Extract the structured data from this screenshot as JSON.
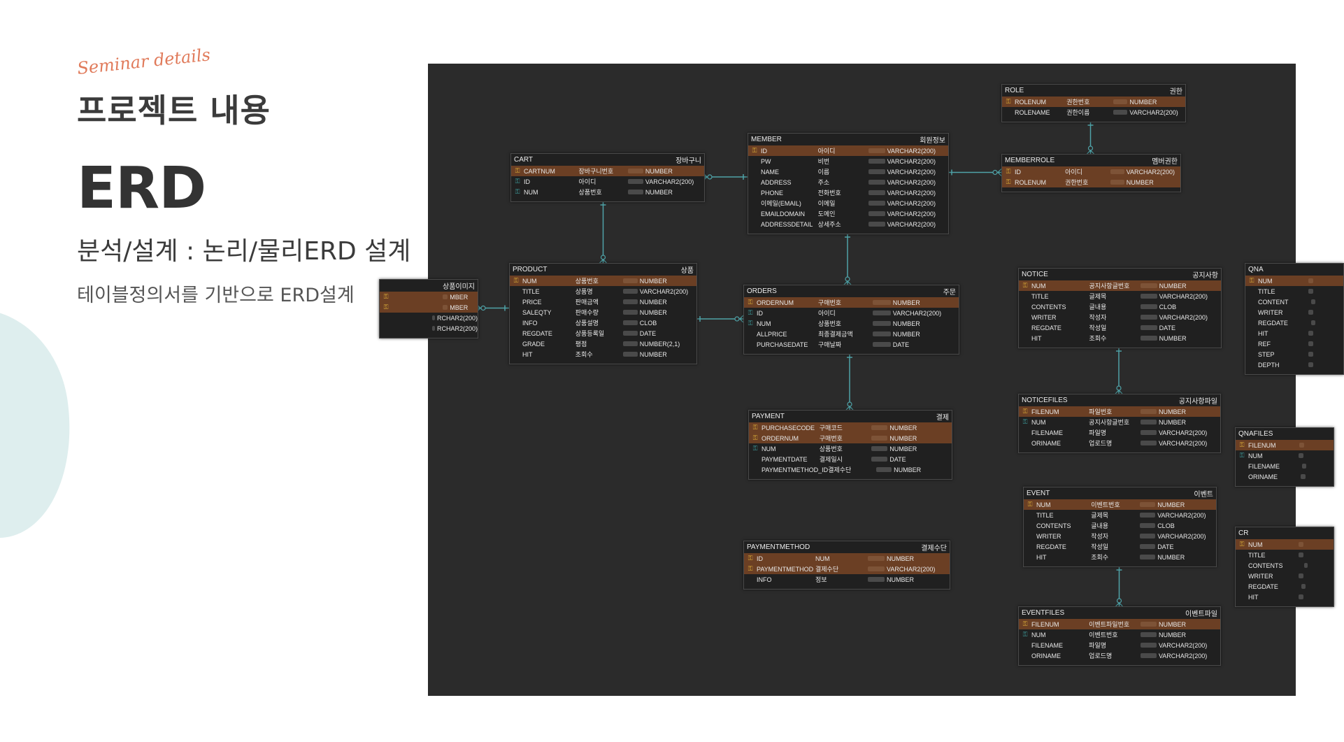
{
  "slide": {
    "script_title": "Seminar details",
    "title": "프로젝트 내용",
    "heading": "ERD",
    "subheading": "분석/설계 : 논리/물리ERD 설계",
    "description": "테이블정의서를 기반으로 ERD설계"
  },
  "colors": {
    "canvas": "#2b2b2b",
    "pk_row": "#6b3f24",
    "connector": "#4fa3a8",
    "accent": "#e07a5a"
  },
  "erd": {
    "tables": [
      {
        "id": "role",
        "name": "ROLE",
        "comment": "권한",
        "rows": [
          {
            "key": "pk",
            "col": "ROLENUM",
            "logical": "권한번호",
            "type": "NUMBER"
          },
          {
            "key": "",
            "col": "ROLENAME",
            "logical": "권한이름",
            "type": "VARCHAR2(200)"
          }
        ]
      },
      {
        "id": "member",
        "name": "MEMBER",
        "comment": "회원정보",
        "rows": [
          {
            "key": "pk",
            "col": "ID",
            "logical": "아이디",
            "type": "VARCHAR2(200)"
          },
          {
            "key": "",
            "col": "PW",
            "logical": "비번",
            "type": "VARCHAR2(200)"
          },
          {
            "key": "",
            "col": "NAME",
            "logical": "이름",
            "type": "VARCHAR2(200)"
          },
          {
            "key": "",
            "col": "ADDRESS",
            "logical": "주소",
            "type": "VARCHAR2(200)"
          },
          {
            "key": "",
            "col": "PHONE",
            "logical": "전화번호",
            "type": "VARCHAR2(200)"
          },
          {
            "key": "",
            "col": "이메일(EMAIL)",
            "logical": "이메일",
            "type": "VARCHAR2(200)"
          },
          {
            "key": "",
            "col": "EMAILDOMAIN",
            "logical": "도메인",
            "type": "VARCHAR2(200)"
          },
          {
            "key": "",
            "col": "ADDRESSDETAIL",
            "logical": "상세주소",
            "type": "VARCHAR2(200)"
          }
        ]
      },
      {
        "id": "memberrole",
        "name": "MEMBERROLE",
        "comment": "멤버권한",
        "rows": [
          {
            "key": "pkfk",
            "col": "ID",
            "logical": "아이디",
            "type": "VARCHAR2(200)"
          },
          {
            "key": "pkfk",
            "col": "ROLENUM",
            "logical": "권한번호",
            "type": "NUMBER"
          }
        ]
      },
      {
        "id": "cart",
        "name": "CART",
        "comment": "장바구니",
        "rows": [
          {
            "key": "pk",
            "col": "CARTNUM",
            "logical": "장바구니번호",
            "type": "NUMBER"
          },
          {
            "key": "fk",
            "col": "ID",
            "logical": "아이디",
            "type": "VARCHAR2(200)"
          },
          {
            "key": "fk",
            "col": "NUM",
            "logical": "상품번호",
            "type": "NUMBER"
          }
        ]
      },
      {
        "id": "product",
        "name": "PRODUCT",
        "comment": "상품",
        "rows": [
          {
            "key": "pk",
            "col": "NUM",
            "logical": "상품번호",
            "type": "NUMBER"
          },
          {
            "key": "",
            "col": "TITLE",
            "logical": "상품명",
            "type": "VARCHAR2(200)"
          },
          {
            "key": "",
            "col": "PRICE",
            "logical": "판매금액",
            "type": "NUMBER"
          },
          {
            "key": "",
            "col": "SALEQTY",
            "logical": "판매수량",
            "type": "NUMBER"
          },
          {
            "key": "",
            "col": "INFO",
            "logical": "상품설명",
            "type": "CLOB"
          },
          {
            "key": "",
            "col": "REGDATE",
            "logical": "상품등록일",
            "type": "DATE"
          },
          {
            "key": "",
            "col": "GRADE",
            "logical": "평점",
            "type": "NUMBER(2,1)"
          },
          {
            "key": "",
            "col": "HIT",
            "logical": "조회수",
            "type": "NUMBER"
          }
        ]
      },
      {
        "id": "productimage",
        "name": "",
        "comment": "상품이미지",
        "rows": [
          {
            "key": "pk",
            "col": "",
            "logical": "",
            "type": "MBER"
          },
          {
            "key": "pk",
            "col": "",
            "logical": "",
            "type": "MBER"
          },
          {
            "key": "",
            "col": "",
            "logical": "",
            "type": "RCHAR2(200)"
          },
          {
            "key": "",
            "col": "",
            "logical": "",
            "type": "RCHAR2(200)"
          }
        ]
      },
      {
        "id": "orders",
        "name": "ORDERS",
        "comment": "주문",
        "rows": [
          {
            "key": "pk",
            "col": "ORDERNUM",
            "logical": "구매번호",
            "type": "NUMBER"
          },
          {
            "key": "fk",
            "col": "ID",
            "logical": "아이디",
            "type": "VARCHAR2(200)"
          },
          {
            "key": "fk",
            "col": "NUM",
            "logical": "상품번호",
            "type": "NUMBER"
          },
          {
            "key": "",
            "col": "ALLPRICE",
            "logical": "최종결제금액",
            "type": "NUMBER"
          },
          {
            "key": "",
            "col": "PURCHASEDATE",
            "logical": "구매날짜",
            "type": "DATE"
          }
        ]
      },
      {
        "id": "payment",
        "name": "PAYMENT",
        "comment": "결제",
        "rows": [
          {
            "key": "pk",
            "col": "PURCHASECODE",
            "logical": "구매코드",
            "type": "NUMBER"
          },
          {
            "key": "pk",
            "col": "ORDERNUM",
            "logical": "구매번호",
            "type": "NUMBER"
          },
          {
            "key": "fk",
            "col": "NUM",
            "logical": "상품번호",
            "type": "NUMBER"
          },
          {
            "key": "",
            "col": "PAYMENTDATE",
            "logical": "결제일시",
            "type": "DATE"
          },
          {
            "key": "",
            "col": "PAYMENTMETHOD_ID",
            "logical": "결제수단",
            "type": "NUMBER"
          }
        ]
      },
      {
        "id": "paymentmethod",
        "name": "PAYMENTMETHOD",
        "comment": "결제수단",
        "rows": [
          {
            "key": "pk",
            "col": "ID",
            "logical": "NUM",
            "type": "NUMBER"
          },
          {
            "key": "pk",
            "col": "PAYMENTMETHOD",
            "logical": "결제수단",
            "type": "VARCHAR2(200)"
          },
          {
            "key": "",
            "col": "INFO",
            "logical": "정보",
            "type": "NUMBER"
          }
        ]
      },
      {
        "id": "notice",
        "name": "NOTICE",
        "comment": "공지사항",
        "rows": [
          {
            "key": "pk",
            "col": "NUM",
            "logical": "공지사항글번호",
            "type": "NUMBER"
          },
          {
            "key": "",
            "col": "TITLE",
            "logical": "글제목",
            "type": "VARCHAR2(200)"
          },
          {
            "key": "",
            "col": "CONTENTS",
            "logical": "글내용",
            "type": "CLOB"
          },
          {
            "key": "",
            "col": "WRITER",
            "logical": "작성자",
            "type": "VARCHAR2(200)"
          },
          {
            "key": "",
            "col": "REGDATE",
            "logical": "작성일",
            "type": "DATE"
          },
          {
            "key": "",
            "col": "HIT",
            "logical": "조회수",
            "type": "NUMBER"
          }
        ]
      },
      {
        "id": "noticefiles",
        "name": "NOTICEFILES",
        "comment": "공지사항파일",
        "rows": [
          {
            "key": "pk",
            "col": "FILENUM",
            "logical": "파일번호",
            "type": "NUMBER"
          },
          {
            "key": "fk",
            "col": "NUM",
            "logical": "공지사항글번호",
            "type": "NUMBER"
          },
          {
            "key": "",
            "col": "FILENAME",
            "logical": "파일명",
            "type": "VARCHAR2(200)"
          },
          {
            "key": "",
            "col": "ORINAME",
            "logical": "업로드명",
            "type": "VARCHAR2(200)"
          }
        ]
      },
      {
        "id": "event",
        "name": "EVENT",
        "comment": "이벤트",
        "rows": [
          {
            "key": "pk",
            "col": "NUM",
            "logical": "이벤트번호",
            "type": "NUMBER"
          },
          {
            "key": "",
            "col": "TITLE",
            "logical": "글제목",
            "type": "VARCHAR2(200)"
          },
          {
            "key": "",
            "col": "CONTENTS",
            "logical": "글내용",
            "type": "CLOB"
          },
          {
            "key": "",
            "col": "WRITER",
            "logical": "작성자",
            "type": "VARCHAR2(200)"
          },
          {
            "key": "",
            "col": "REGDATE",
            "logical": "작성일",
            "type": "DATE"
          },
          {
            "key": "",
            "col": "HIT",
            "logical": "조회수",
            "type": "NUMBER"
          }
        ]
      },
      {
        "id": "eventfiles",
        "name": "EVENTFILES",
        "comment": "이벤트파일",
        "rows": [
          {
            "key": "pk",
            "col": "FILENUM",
            "logical": "이벤트파일번호",
            "type": "NUMBER"
          },
          {
            "key": "fk",
            "col": "NUM",
            "logical": "이벤트번호",
            "type": "NUMBER"
          },
          {
            "key": "",
            "col": "FILENAME",
            "logical": "파일명",
            "type": "VARCHAR2(200)"
          },
          {
            "key": "",
            "col": "ORINAME",
            "logical": "업로드명",
            "type": "VARCHAR2(200)"
          }
        ]
      },
      {
        "id": "qna",
        "name": "QNA",
        "comment": "",
        "rows": [
          {
            "key": "pk",
            "col": "NUM",
            "logical": "",
            "type": ""
          },
          {
            "key": "",
            "col": "TITLE",
            "logical": "",
            "type": ""
          },
          {
            "key": "",
            "col": "CONTENT",
            "logical": "",
            "type": ""
          },
          {
            "key": "",
            "col": "WRITER",
            "logical": "",
            "type": ""
          },
          {
            "key": "",
            "col": "REGDATE",
            "logical": "",
            "type": ""
          },
          {
            "key": "",
            "col": "HIT",
            "logical": "",
            "type": ""
          },
          {
            "key": "",
            "col": "REF",
            "logical": "",
            "type": ""
          },
          {
            "key": "",
            "col": "STEP",
            "logical": "",
            "type": ""
          },
          {
            "key": "",
            "col": "DEPTH",
            "logical": "",
            "type": ""
          }
        ]
      },
      {
        "id": "qnafiles",
        "name": "QNAFILES",
        "comment": "",
        "rows": [
          {
            "key": "pk",
            "col": "FILENUM",
            "logical": "",
            "type": ""
          },
          {
            "key": "fk",
            "col": "NUM",
            "logical": "",
            "type": ""
          },
          {
            "key": "",
            "col": "FILENAME",
            "logical": "",
            "type": ""
          },
          {
            "key": "",
            "col": "ORINAME",
            "logical": "",
            "type": ""
          }
        ]
      },
      {
        "id": "cr",
        "name": "CR",
        "comment": "",
        "rows": [
          {
            "key": "pk",
            "col": "NUM",
            "logical": "",
            "type": ""
          },
          {
            "key": "",
            "col": "TITLE",
            "logical": "",
            "type": ""
          },
          {
            "key": "",
            "col": "CONTENTS",
            "logical": "",
            "type": ""
          },
          {
            "key": "",
            "col": "WRITER",
            "logical": "",
            "type": ""
          },
          {
            "key": "",
            "col": "REGDATE",
            "logical": "",
            "type": ""
          },
          {
            "key": "",
            "col": "HIT",
            "logical": "",
            "type": ""
          }
        ]
      }
    ],
    "relationships": [
      {
        "from": "role",
        "to": "memberrole"
      },
      {
        "from": "member",
        "to": "memberrole"
      },
      {
        "from": "member",
        "to": "cart"
      },
      {
        "from": "cart",
        "to": "product"
      },
      {
        "from": "product",
        "to": "productimage"
      },
      {
        "from": "product",
        "to": "orders"
      },
      {
        "from": "member",
        "to": "orders"
      },
      {
        "from": "orders",
        "to": "payment"
      },
      {
        "from": "notice",
        "to": "noticefiles"
      },
      {
        "from": "event",
        "to": "eventfiles"
      }
    ]
  }
}
